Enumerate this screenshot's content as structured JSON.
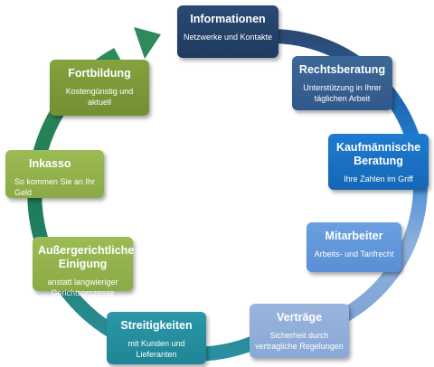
{
  "boxes": [
    {
      "title": "Informationen",
      "subtitle": "Netzwerke und Kontakte",
      "color": "#254770"
    },
    {
      "title": "Rechtsberatung",
      "subtitle": "Unterstützung in Ihrer täglichen Arbeit",
      "color": "#355f90"
    },
    {
      "title": "Kaufmännische Beratung",
      "subtitle": "Ihre Zahlen im Griff",
      "color": "#1a71c3"
    },
    {
      "title": "Mitarbeiter",
      "subtitle": "Arbeits- und Tarifrecht",
      "color": "#6396dc"
    },
    {
      "title": "Verträge",
      "subtitle": "Sicherheit durch vertragliche Regelungen",
      "color": "#92afda"
    },
    {
      "title": "Streitigkeiten",
      "subtitle": "mit Kunden und Lieferanten",
      "color": "#258ea0"
    },
    {
      "title": "Außergerichtliche Einigung",
      "subtitle": "anstatt langwieriger Gerichtsprozesse",
      "color": "#93b34c"
    },
    {
      "title": "Inkasso",
      "subtitle": "So kommen Sie an Ihr Geld",
      "color": "#93b34c"
    },
    {
      "title": "Fortbildung",
      "subtitle": "Kostengünstig und aktuell",
      "color": "#7b993a"
    }
  ],
  "arrow_colors": [
    "#2a4a74",
    "#1e7bd0",
    "#8fb0dc",
    "#2a9a8a",
    "#2e8a5a"
  ]
}
